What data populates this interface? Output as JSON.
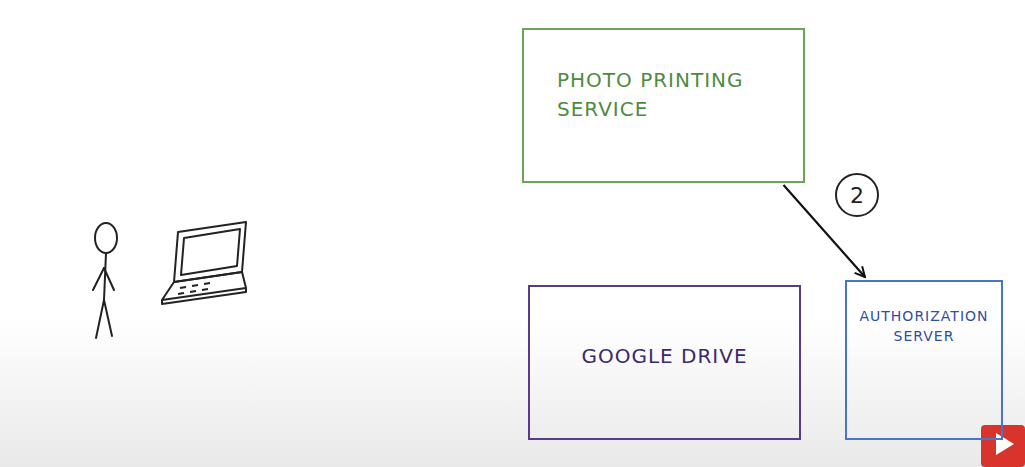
{
  "diagram": {
    "nodes": [
      {
        "text": [
          "PHOTO PRINTING SERVICE"
        ]
      },
      {
        "text": [
          "GOOGLE DRIVE"
        ]
      },
      {
        "text": [
          "AUTHORIZATION SERVER"
        ]
      }
    ],
    "edges": [
      {
        "from": 0,
        "to": 2,
        "arrow": "to"
      }
    ],
    "labels": [
      "2"
    ]
  }
}
